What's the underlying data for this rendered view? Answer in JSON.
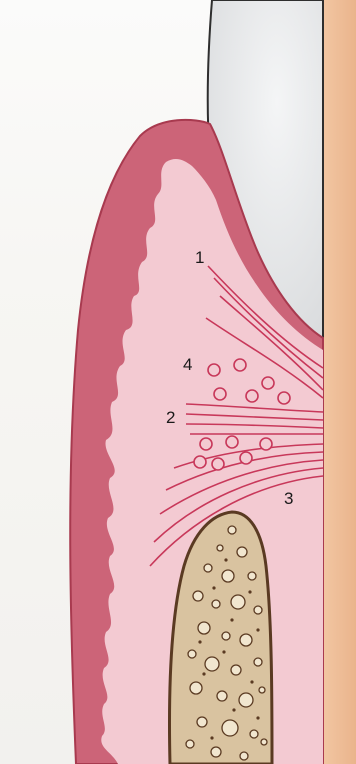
{
  "labels": {
    "l1": "1",
    "l2": "2",
    "l3": "3",
    "l4": "4"
  },
  "colors": {
    "page_background": "#f7f6f3",
    "crest_gradient_top": "#fbfbfa",
    "gingiva_outer": "#cc6478",
    "gingiva_border": "#a83a4f",
    "connective_tissue": "#f3cad2",
    "fibers": "#c8385a",
    "bone": "#d9c3a0",
    "bone_border": "#5a3a22",
    "enamel": "#e8e9ea",
    "enamel_border": "#333333",
    "root_cementum": "#f0c09a"
  }
}
